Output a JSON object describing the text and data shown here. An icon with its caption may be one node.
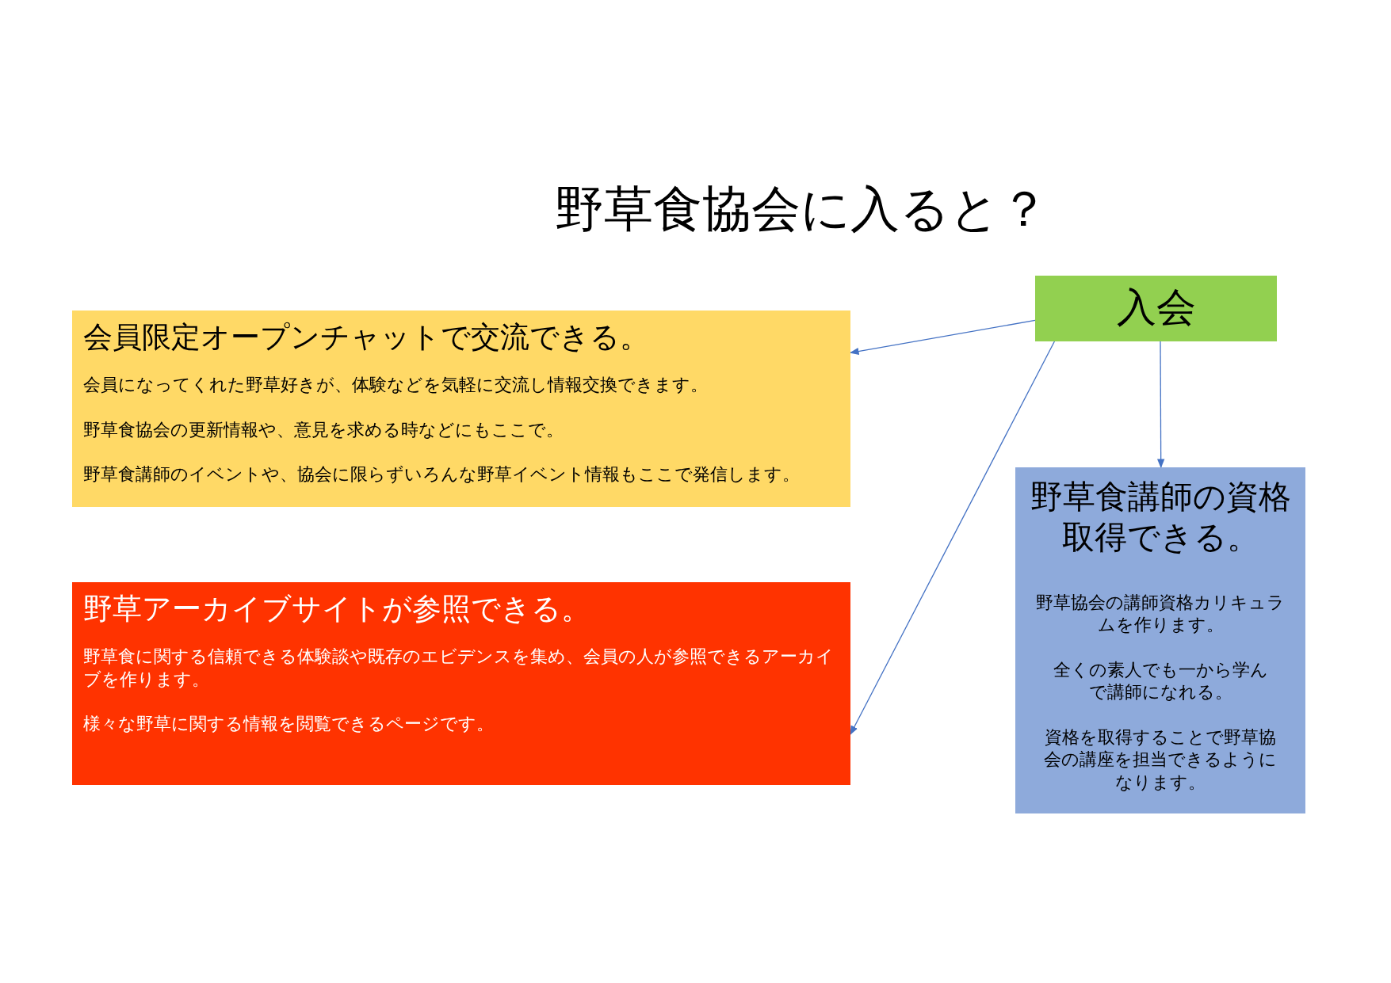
{
  "diagram": {
    "title": "野草食協会に入ると？",
    "nodes": [
      {
        "text": [
          "入会"
        ]
      },
      {
        "text": [
          "会員限定オープンチャットで交流できる。",
          "会員になってくれた野草好きが、体験などを気軽に交流し情報交換できます。",
          "野草食協会の更新情報や、意見を求める時などにもここで。",
          "野草食講師のイベントや、協会に限らずいろんな野草イベント情報もここで発信します。"
        ]
      },
      {
        "text": [
          "野草アーカイブサイトが参照できる。",
          "野草食に関する信頼できる体験談や既存のエビデンスを集め、会員の人が参照できるアーカイブを作ります。",
          "様々な野草に関する情報を閲覧できるページです。"
        ]
      },
      {
        "text": [
          "野草食講師の資格取得できる。",
          "野草協会の講師資格カリキュラムを作ります。",
          "全くの素人でも一から学んで講師になれる。",
          "資格を取得することで野草協会の講座を担当できるようになります。"
        ]
      }
    ],
    "edges": [
      {
        "from": 0,
        "to": 1,
        "arrow": "to"
      },
      {
        "from": 0,
        "to": 3,
        "arrow": "to"
      },
      {
        "from": 0,
        "to": 2,
        "arrow": "to"
      }
    ]
  }
}
